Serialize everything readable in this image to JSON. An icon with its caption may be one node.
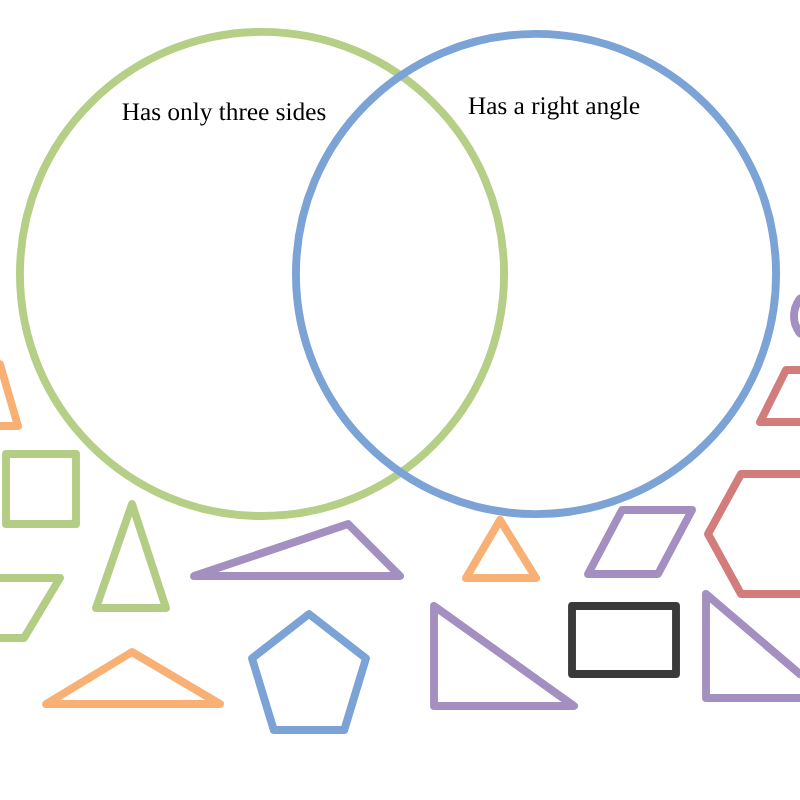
{
  "diagram": {
    "nodes": [
      {
        "text": [
          "Has only three sides"
        ]
      },
      {
        "text": [
          "Has a right angle"
        ]
      },
      {
        "text": [],
        "shape": "circle"
      },
      {
        "text": [],
        "shape": "triangle"
      },
      {
        "text": [],
        "shape": "parallelogram"
      },
      {
        "text": [],
        "shape": "square"
      },
      {
        "text": [],
        "shape": "hexagon"
      },
      {
        "text": [],
        "shape": "triangle"
      },
      {
        "text": [],
        "shape": "parallelogram"
      },
      {
        "text": [],
        "shape": "triangle"
      },
      {
        "text": [],
        "shape": "triangle"
      },
      {
        "text": [],
        "shape": "parallelogram"
      },
      {
        "text": [],
        "shape": "triangle"
      },
      {
        "text": [],
        "shape": "triangle"
      },
      {
        "text": [],
        "shape": "rectangle"
      },
      {
        "text": [],
        "shape": "pentagon"
      },
      {
        "text": [],
        "shape": "triangle"
      }
    ]
  }
}
